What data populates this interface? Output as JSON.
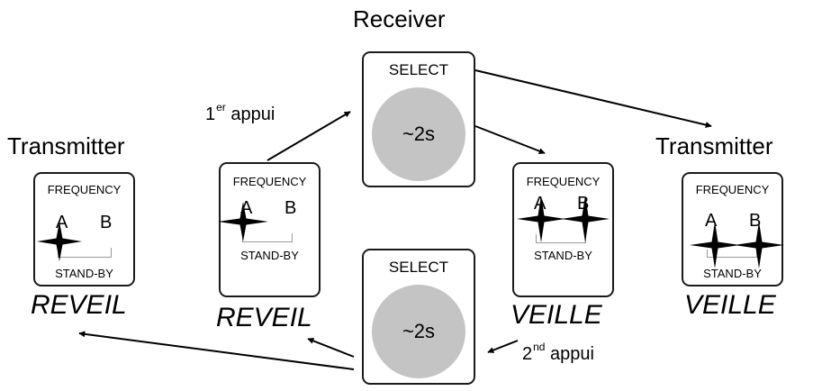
{
  "headings": {
    "receiver": "Receiver",
    "transmitter_left": "Transmitter",
    "transmitter_right": "Transmitter"
  },
  "steps": {
    "first_number": "1",
    "first_suffix": "er",
    "first_word": "appui",
    "second_number": "2",
    "second_suffix": "nd",
    "second_word": "appui"
  },
  "remote": {
    "frequency": "FREQUENCY",
    "channel_a": "A",
    "channel_b": "B",
    "standby": "STAND-BY"
  },
  "receiver_button": {
    "label": "SELECT",
    "hold": "~2s"
  },
  "states": {
    "reveil_left": "REVEIL",
    "reveil_mid": "REVEIL",
    "veille_mid": "VEILLE",
    "veille_right": "VEILLE"
  },
  "colors": {
    "button_fill": "#c4c4c4",
    "star": "#000000"
  }
}
